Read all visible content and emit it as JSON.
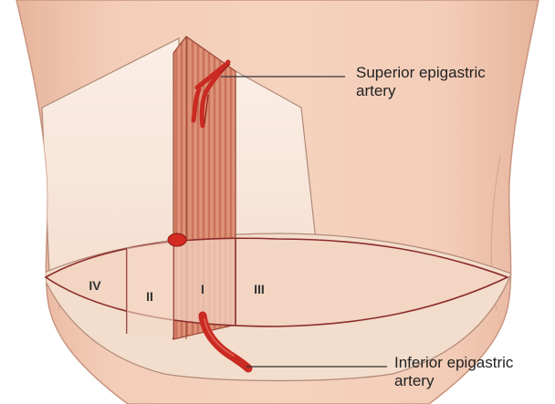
{
  "colors": {
    "skin": "#f2c9b3",
    "skin_dark": "#e3ae96",
    "flap": "#f7e4d7",
    "outline": "#a87c6b",
    "muscle": "#d8826a",
    "muscle_line": "#b4553f",
    "artery": "#cc2e25",
    "zone_line": "#8b2b2b",
    "leader": "#333333"
  },
  "labels": {
    "superior": [
      "Superior epigastric",
      "artery"
    ],
    "inferior": [
      "Inferior epigastric",
      "artery"
    ]
  },
  "zones": {
    "z1": "I",
    "z2": "II",
    "z3": "III",
    "z4": "IV"
  }
}
